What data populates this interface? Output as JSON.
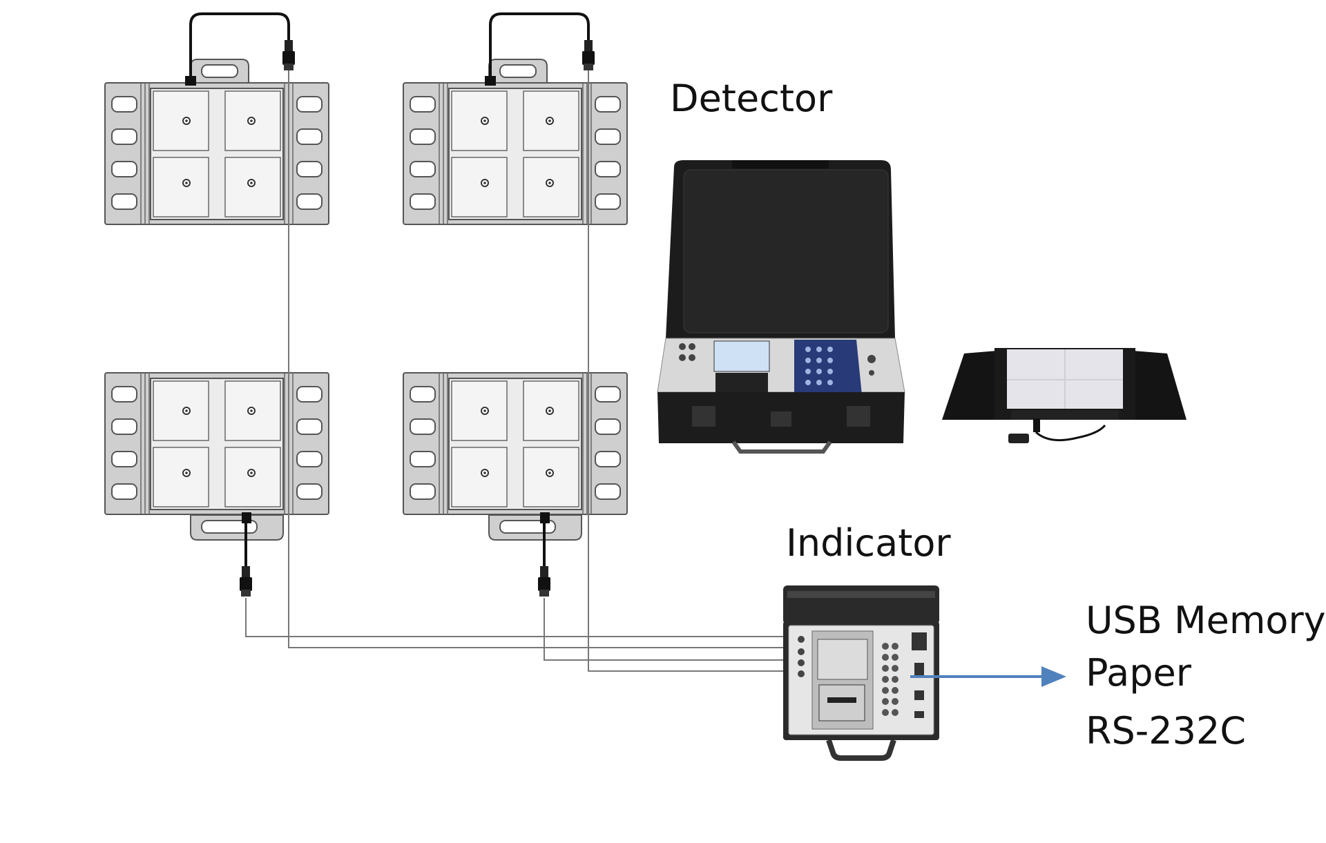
{
  "labels": {
    "detector": "Detector",
    "indicator": "Indicator",
    "outputs": [
      "USB Memory",
      "Paper",
      "RS-232C"
    ]
  },
  "colors": {
    "pad_frame": "#cfcfcf",
    "pad_plate": "#ececec",
    "outline": "#555555",
    "cable": "#777777",
    "arrow": "#4f81bd",
    "case_dark": "#1c1c1c",
    "panel_blue": "#283a78"
  },
  "icons": [
    "weigh-pad",
    "connector-plug",
    "indicator-case",
    "detector-pad-photo",
    "output-arrow"
  ]
}
